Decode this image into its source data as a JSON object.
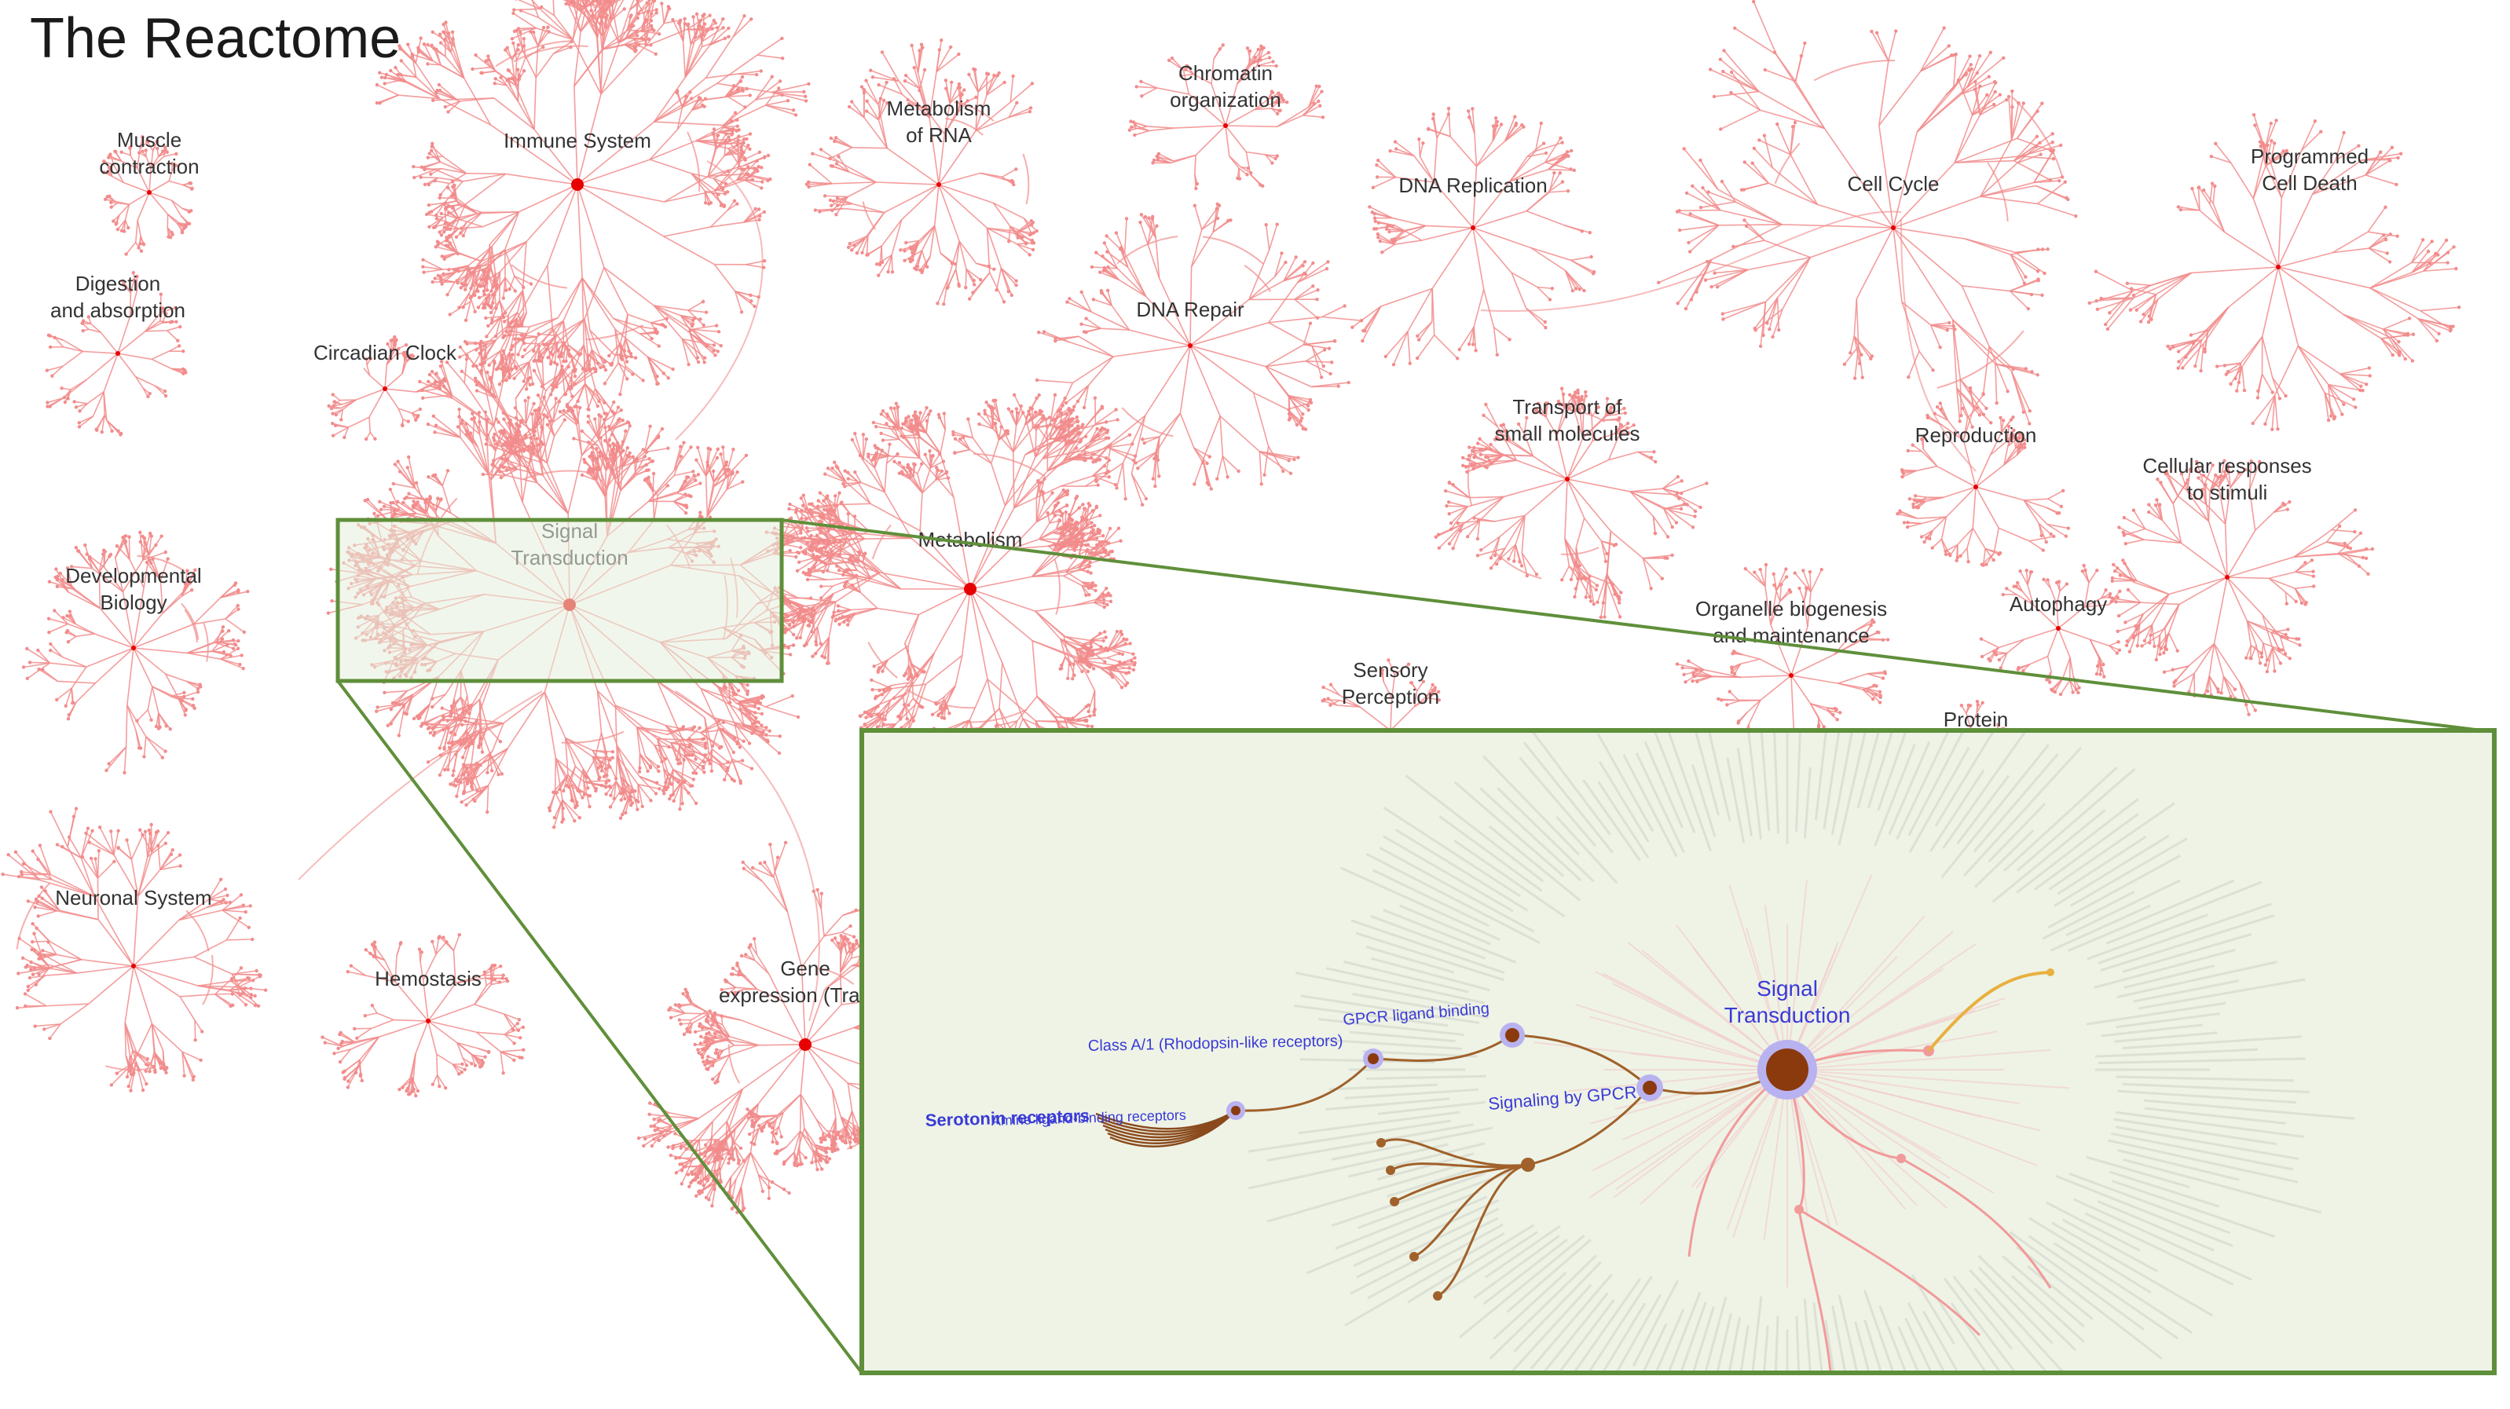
{
  "title": "The Reactome",
  "colors": {
    "tree": "#f28c8c",
    "hub": "#e60000",
    "zoom_frame": "#5f8f3a",
    "zoom_fill": "#eef3e6",
    "zoom_label": "#3a3ad6",
    "zoom_hub": "#8b3a0e",
    "zoom_hub_ring": "#b8b2f0",
    "zoom_branch": "#a0612a",
    "zoom_highlight": "#e8b040"
  },
  "clusters": [
    {
      "label": "Immune System"
    },
    {
      "label": "Metabolism\nof RNA"
    },
    {
      "label": "Chromatin\norganization"
    },
    {
      "label": "Muscle\ncontraction"
    },
    {
      "label": "DNA Replication"
    },
    {
      "label": "Cell Cycle"
    },
    {
      "label": "Programmed\nCell Death"
    },
    {
      "label": "Digestion\nand absorption"
    },
    {
      "label": "Circadian Clock"
    },
    {
      "label": "DNA Repair"
    },
    {
      "label": "Transport of\nsmall molecules"
    },
    {
      "label": "Reproduction"
    },
    {
      "label": "Cellular responses\nto stimuli"
    },
    {
      "label": "Developmental\nBiology"
    },
    {
      "label": "Signal\nTransduction"
    },
    {
      "label": "Metabolism"
    },
    {
      "label": "Organelle biogenesis\nand maintenance"
    },
    {
      "label": "Autophagy"
    },
    {
      "label": "Sensory\nPerception"
    },
    {
      "label": "Protein"
    },
    {
      "label": "Neuronal System"
    },
    {
      "label": "Hemostasis"
    },
    {
      "label": "Gene\nexpression (Transc"
    }
  ],
  "zoom": {
    "hub_label": "Signal\nTransduction",
    "nodes": [
      {
        "label": "GPCR ligand binding"
      },
      {
        "label": "Class A/1 (Rhodopsin-like receptors)"
      },
      {
        "label": "Signaling by GPCR"
      },
      {
        "label": "Amine ligand-binding receptors"
      },
      {
        "label": "Serotonin receptors"
      }
    ]
  }
}
